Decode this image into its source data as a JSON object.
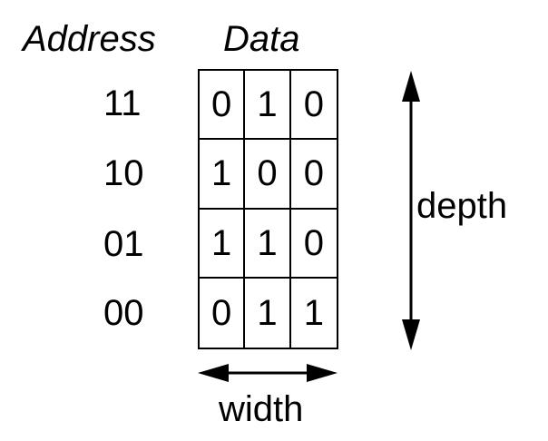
{
  "headers": {
    "address": "Address",
    "data": "Data"
  },
  "rows": [
    {
      "address": "11",
      "bits": [
        "0",
        "1",
        "0"
      ]
    },
    {
      "address": "10",
      "bits": [
        "1",
        "0",
        "0"
      ]
    },
    {
      "address": "01",
      "bits": [
        "1",
        "1",
        "0"
      ]
    },
    {
      "address": "00",
      "bits": [
        "0",
        "1",
        "1"
      ]
    }
  ],
  "labels": {
    "depth": "depth",
    "width": "width"
  }
}
